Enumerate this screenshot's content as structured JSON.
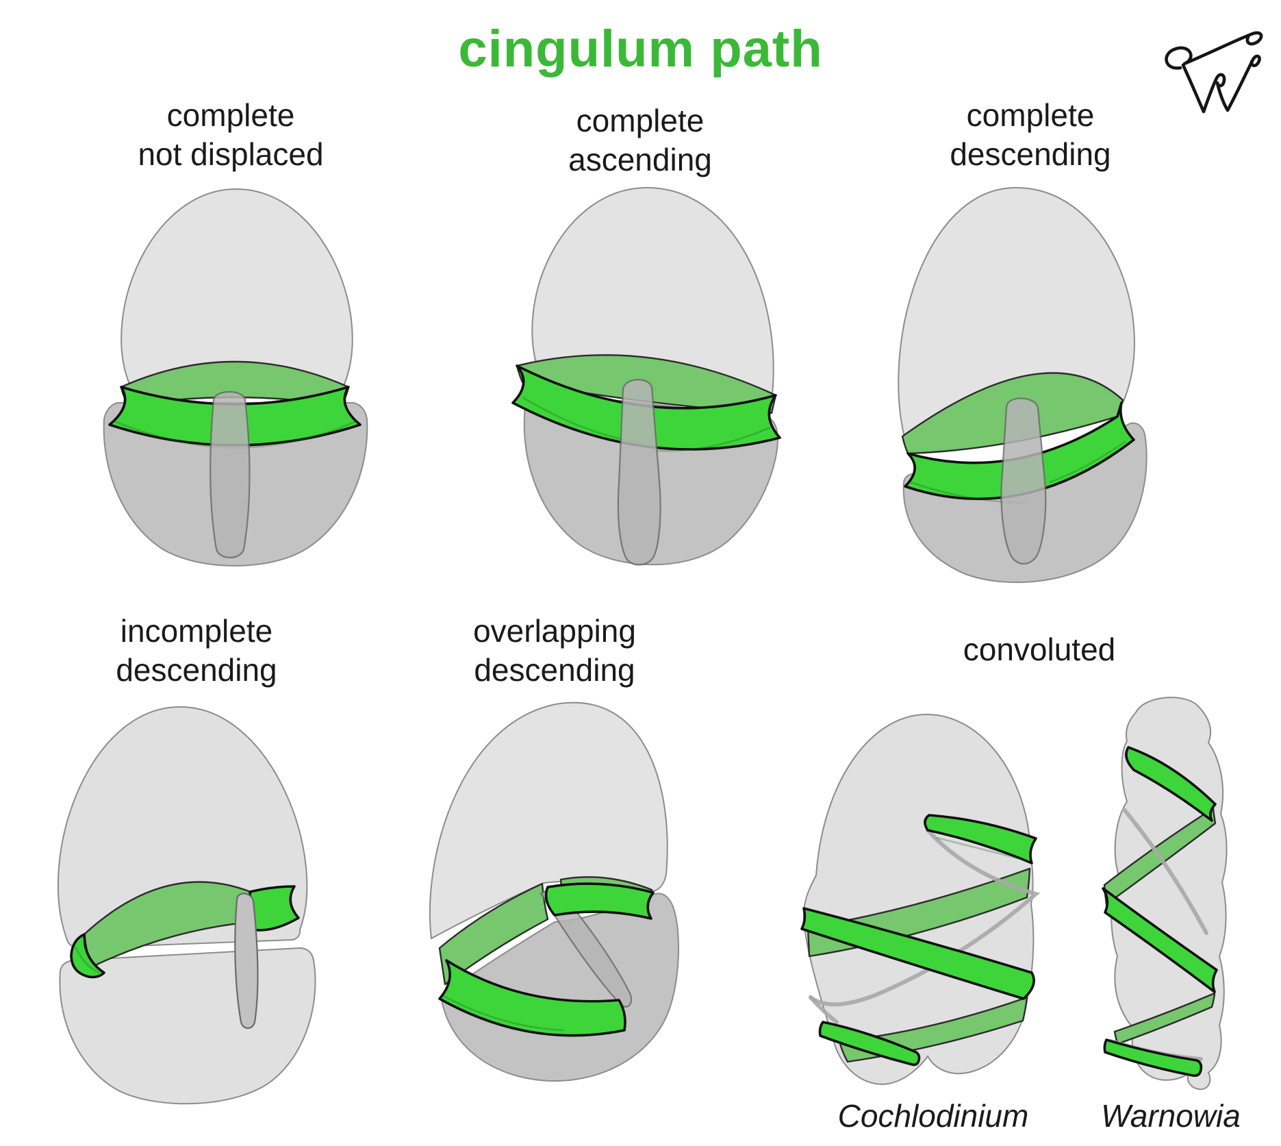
{
  "title": {
    "text": "cingulum path"
  },
  "signature": {
    "icon": "signature-monogram"
  },
  "figures": [
    {
      "id": "complete-not-displaced",
      "label_line1": "complete",
      "label_line2": "not displaced"
    },
    {
      "id": "complete-ascending",
      "label_line1": "complete",
      "label_line2": "ascending"
    },
    {
      "id": "complete-descending",
      "label_line1": "complete",
      "label_line2": "descending"
    },
    {
      "id": "incomplete-descending",
      "label_line1": "incomplete",
      "label_line2": "descending"
    },
    {
      "id": "overlapping-descending",
      "label_line1": "overlapping",
      "label_line2": "descending"
    },
    {
      "id": "convoluted",
      "label_line1": "convoluted",
      "label_line2": "",
      "examples": [
        {
          "name": "Cochlodinium"
        },
        {
          "name": "Warnowia"
        }
      ]
    }
  ],
  "colors": {
    "title_green": "#3cb838",
    "cingulum_front": "#3ed53a",
    "cingulum_back": "#76c76d",
    "episome_gray": "#e3e3e3",
    "hyposome_gray": "#c3c3c3",
    "body_light_gray": "#e0e0e0",
    "sulcus_gray": "#b5b5b5",
    "outline_gray": "#8c8c8c",
    "band_outline_black": "#111111",
    "label_black": "#1a1a1a",
    "background": "#ffffff"
  }
}
